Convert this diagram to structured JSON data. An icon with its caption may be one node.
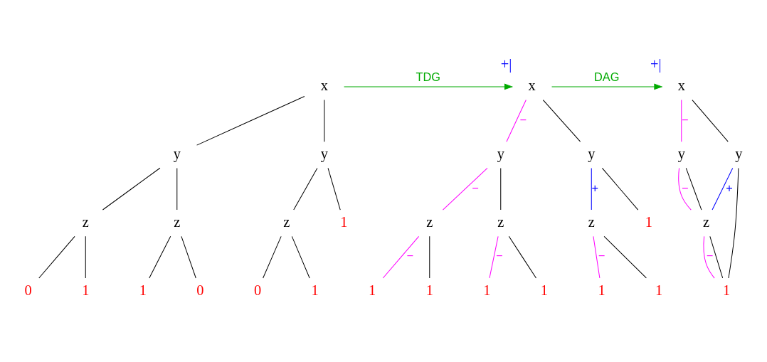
{
  "diagram": {
    "nodes": [
      {
        "text": [
          "x"
        ]
      },
      {
        "text": [
          "y"
        ]
      },
      {
        "text": [
          "y"
        ]
      },
      {
        "text": [
          "z"
        ]
      },
      {
        "text": [
          "z"
        ]
      },
      {
        "text": [
          "z"
        ]
      },
      {
        "text": [
          "1"
        ]
      },
      {
        "text": [
          "0"
        ]
      },
      {
        "text": [
          "1"
        ]
      },
      {
        "text": [
          "1"
        ]
      },
      {
        "text": [
          "0"
        ]
      },
      {
        "text": [
          "0"
        ]
      },
      {
        "text": [
          "1"
        ]
      },
      {
        "text": [
          "x"
        ],
        "beside": [
          "+|"
        ]
      },
      {
        "text": [
          "y"
        ]
      },
      {
        "text": [
          "y"
        ]
      },
      {
        "text": [
          "z"
        ]
      },
      {
        "text": [
          "z"
        ]
      },
      {
        "text": [
          "z"
        ]
      },
      {
        "text": [
          "1"
        ]
      },
      {
        "text": [
          "1"
        ]
      },
      {
        "text": [
          "1"
        ]
      },
      {
        "text": [
          "1"
        ]
      },
      {
        "text": [
          "1"
        ]
      },
      {
        "text": [
          "1"
        ]
      },
      {
        "text": [
          "1"
        ]
      },
      {
        "text": [
          "x"
        ],
        "beside": [
          "+|"
        ]
      },
      {
        "text": [
          "y"
        ]
      },
      {
        "text": [
          "y"
        ]
      },
      {
        "text": [
          "z"
        ]
      },
      {
        "text": [
          "1"
        ]
      }
    ],
    "edges": [
      {
        "from": 0,
        "to": 1,
        "arrow": "none"
      },
      {
        "from": 0,
        "to": 2,
        "arrow": "none"
      },
      {
        "from": 1,
        "to": 3,
        "arrow": "none"
      },
      {
        "from": 1,
        "to": 4,
        "arrow": "none"
      },
      {
        "from": 2,
        "to": 5,
        "arrow": "none"
      },
      {
        "from": 2,
        "to": 6,
        "arrow": "none"
      },
      {
        "from": 3,
        "to": 7,
        "arrow": "none"
      },
      {
        "from": 3,
        "to": 8,
        "arrow": "none"
      },
      {
        "from": 4,
        "to": 9,
        "arrow": "none"
      },
      {
        "from": 4,
        "to": 10,
        "arrow": "none"
      },
      {
        "from": 5,
        "to": 11,
        "arrow": "none"
      },
      {
        "from": 5,
        "to": 12,
        "arrow": "none"
      },
      {
        "from": 0,
        "to": 13,
        "arrow": "to",
        "label": "TDG",
        "color": "#00aa00"
      },
      {
        "from": 13,
        "to": 14,
        "arrow": "none",
        "label": "−",
        "color": "#ff00ff"
      },
      {
        "from": 13,
        "to": 15,
        "arrow": "none"
      },
      {
        "from": 14,
        "to": 16,
        "arrow": "none",
        "label": "−",
        "color": "#ff00ff"
      },
      {
        "from": 14,
        "to": 17,
        "arrow": "none"
      },
      {
        "from": 15,
        "to": 18,
        "arrow": "none",
        "label": "+",
        "color": "#0000ff"
      },
      {
        "from": 15,
        "to": 19,
        "arrow": "none"
      },
      {
        "from": 16,
        "to": 20,
        "arrow": "none",
        "label": "−",
        "color": "#ff00ff"
      },
      {
        "from": 16,
        "to": 21,
        "arrow": "none"
      },
      {
        "from": 17,
        "to": 22,
        "arrow": "none",
        "label": "−",
        "color": "#ff00ff"
      },
      {
        "from": 17,
        "to": 23,
        "arrow": "none"
      },
      {
        "from": 18,
        "to": 24,
        "arrow": "none",
        "label": "−",
        "color": "#ff00ff"
      },
      {
        "from": 18,
        "to": 25,
        "arrow": "none"
      },
      {
        "from": 13,
        "to": 26,
        "arrow": "to",
        "label": "DAG",
        "color": "#00aa00"
      },
      {
        "from": 26,
        "to": 27,
        "arrow": "none",
        "label": "−",
        "color": "#ff00ff"
      },
      {
        "from": 26,
        "to": 28,
        "arrow": "none"
      },
      {
        "from": 27,
        "to": 29,
        "arrow": "none",
        "label": "−",
        "color": "#ff00ff"
      },
      {
        "from": 27,
        "to": 29,
        "arrow": "none"
      },
      {
        "from": 28,
        "to": 29,
        "arrow": "none",
        "label": "+",
        "color": "#0000ff"
      },
      {
        "from": 28,
        "to": 30,
        "arrow": "none"
      },
      {
        "from": 29,
        "to": 30,
        "arrow": "none",
        "label": "−",
        "color": "#ff00ff"
      },
      {
        "from": 29,
        "to": 30,
        "arrow": "none"
      }
    ]
  }
}
